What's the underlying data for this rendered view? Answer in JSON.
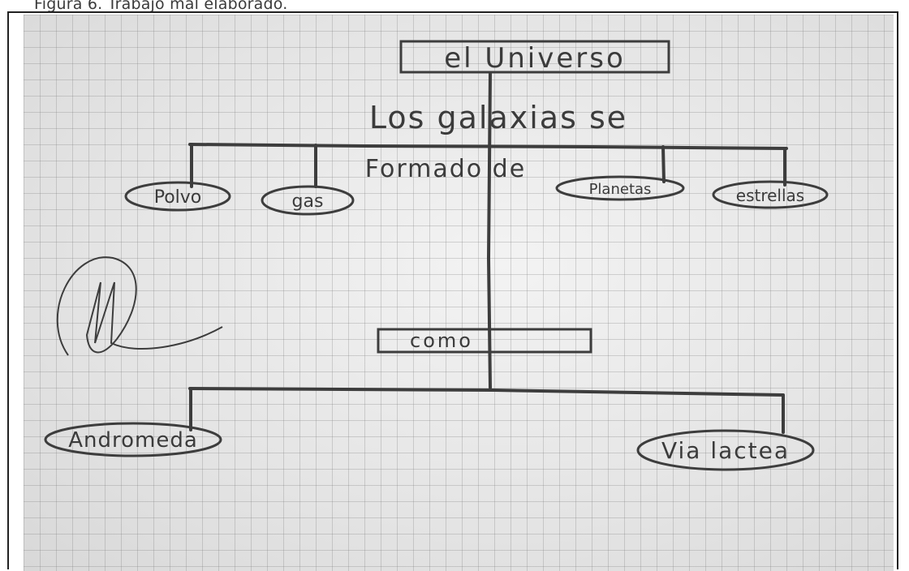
{
  "caption": "Figura 6. Trabajo mal elaborado.",
  "diagram": {
    "title": "el Universo",
    "linking_phrase_1a": "Los galaxias se",
    "linking_phrase_1b": "Formado de",
    "components": [
      "Polvo",
      "gas",
      "Planetas",
      "estrellas"
    ],
    "linking_word_2": "como",
    "examples": [
      "Andromeda",
      "Via lactea"
    ]
  },
  "colors": {
    "paper": "#e9e9e9",
    "pencil": "#3b3b3b",
    "frame": "#222222"
  }
}
